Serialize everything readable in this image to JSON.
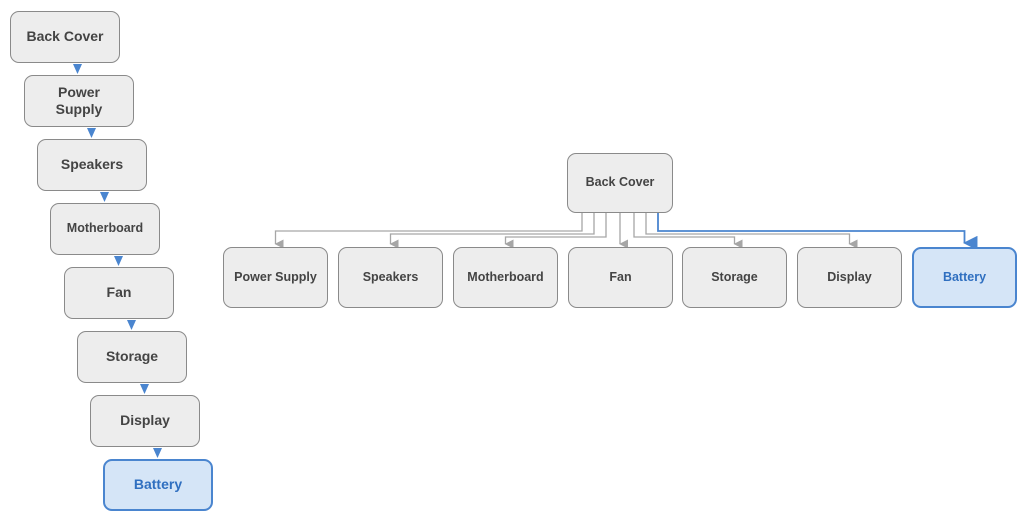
{
  "vertical_stack": {
    "nodes": [
      {
        "label": "Back Cover"
      },
      {
        "label": "Power\nSupply"
      },
      {
        "label": "Speakers"
      },
      {
        "label": "Motherboard"
      },
      {
        "label": "Fan"
      },
      {
        "label": "Storage"
      },
      {
        "label": "Display"
      },
      {
        "label": "Battery",
        "highlighted": true
      }
    ]
  },
  "tree": {
    "root": {
      "label": "Back Cover"
    },
    "children": [
      {
        "label": "Power Supply"
      },
      {
        "label": "Speakers"
      },
      {
        "label": "Motherboard"
      },
      {
        "label": "Fan"
      },
      {
        "label": "Storage"
      },
      {
        "label": "Display"
      },
      {
        "label": "Battery",
        "highlighted": true
      }
    ]
  },
  "colors": {
    "node_fill": "#ededed",
    "node_border": "#8a8a8a",
    "node_text": "#444444",
    "highlight_fill": "#d5e5f7",
    "highlight_border": "#4a85cf",
    "highlight_text": "#2f6fc0",
    "connector_gray": "#a6a6a6",
    "connector_blue": "#4a85cf"
  }
}
